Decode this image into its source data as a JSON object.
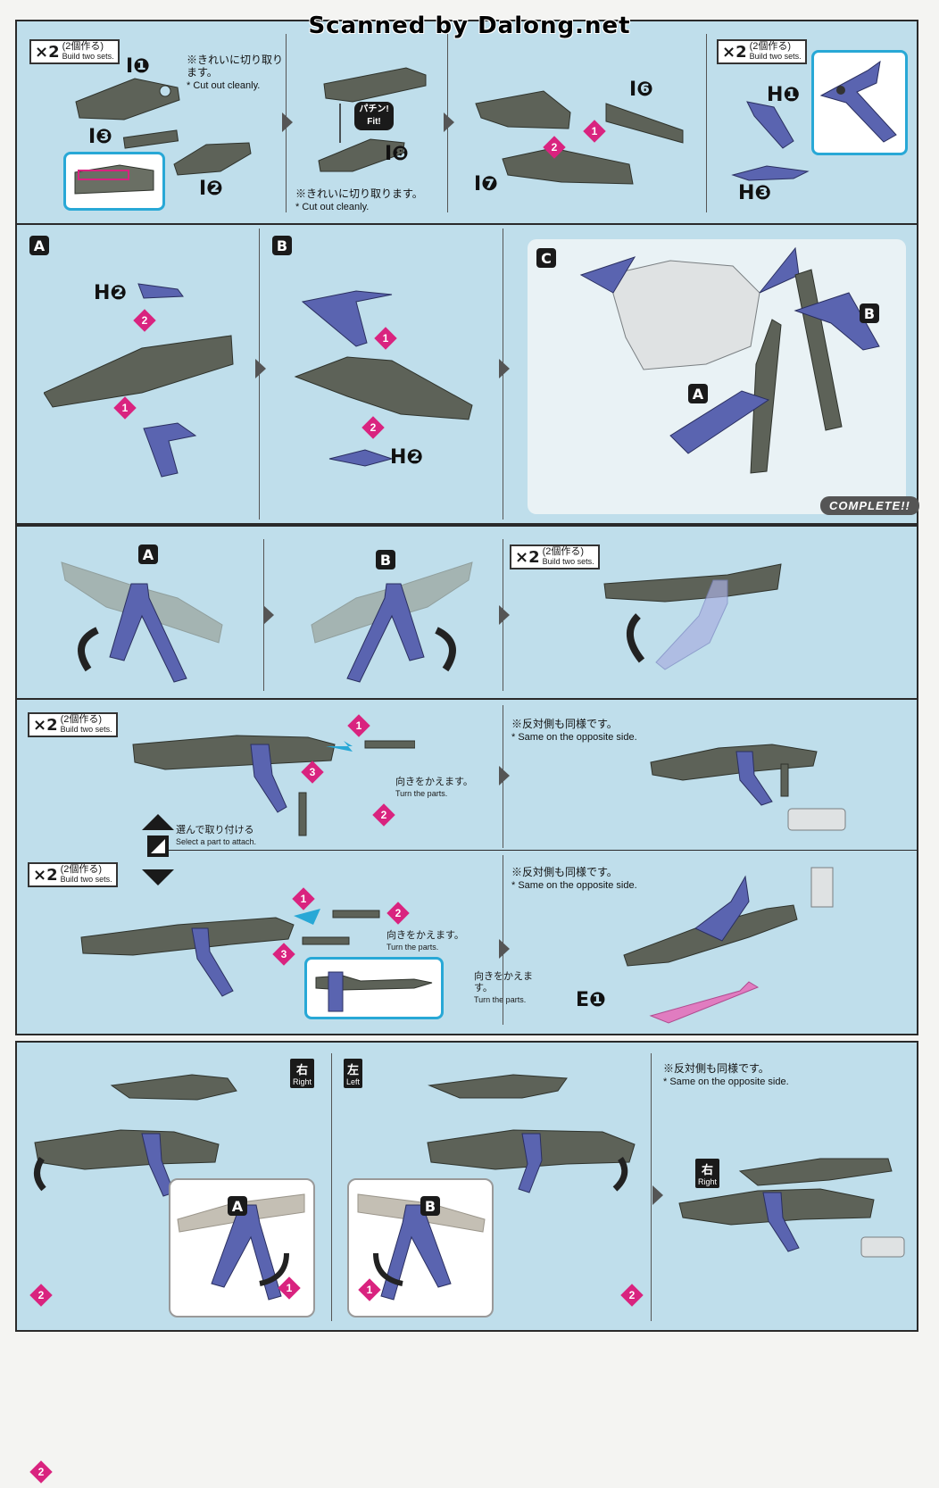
{
  "scan_credit": "Scanned by Dalong.net",
  "build_badge": {
    "multiplier": "×2",
    "jp": "(2個作る)",
    "en": "Build two sets."
  },
  "step1": {
    "parts": [
      "I❶",
      "I❷",
      "I❸",
      "I❻",
      "I❼",
      "I❽",
      "H❶",
      "H❸"
    ],
    "note_jp": "※きれいに切り取ります。",
    "note_en": "* Cut out cleanly.",
    "fit_text": "パチン! Fit!"
  },
  "step2": {
    "labels": [
      "A",
      "B",
      "C"
    ],
    "parts": [
      "H❷",
      "H❷"
    ],
    "complete": "COMPLETE!!"
  },
  "step3": {
    "labels": [
      "A",
      "B"
    ],
    "note_same_jp": "※反対側も同様です。",
    "note_same_en": "* Same on the opposite side.",
    "turn_jp": "向きをかえます。",
    "turn_en": "Turn the parts.",
    "turn2_jp": "向きをかえます。",
    "select_jp": "選んで取り付ける",
    "select_en": "Select a part to attach.",
    "part_e": "E❶"
  },
  "step4": {
    "right_jp": "右",
    "right_en": "Right",
    "left_jp": "左",
    "left_en": "Left",
    "labels": [
      "A",
      "B"
    ],
    "note_same_jp": "※反対側も同様です。",
    "note_same_en": "* Same on the opposite side."
  },
  "colors": {
    "panel": "#bfdeeb",
    "accent_pink": "#d9237f",
    "part_blue": "#5a64b0",
    "part_grey": "#5d6258"
  }
}
